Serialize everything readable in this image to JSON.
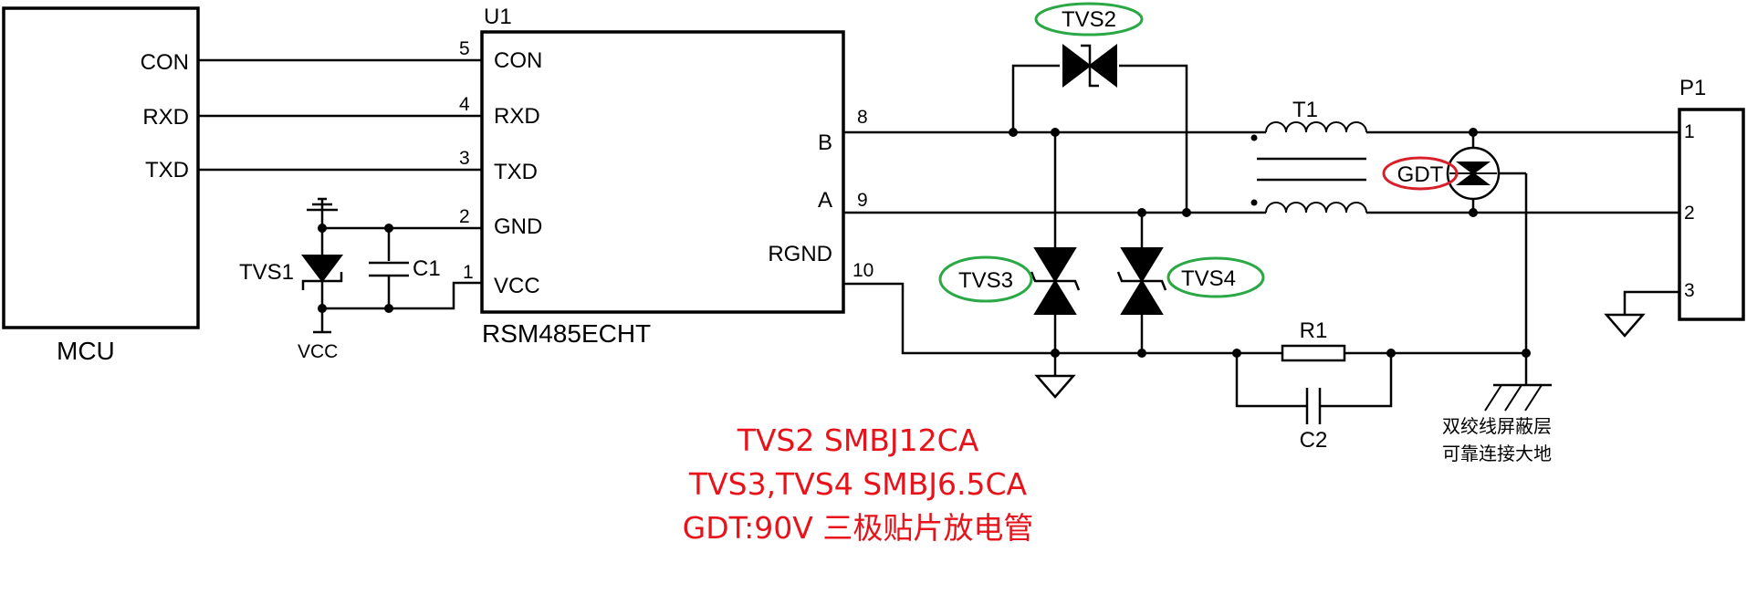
{
  "mcu": {
    "label": "MCU",
    "pins": [
      "CON",
      "RXD",
      "TXD"
    ]
  },
  "u1": {
    "ref": "U1",
    "part": "RSM485ECHT",
    "left_pins": [
      {
        "num": "5",
        "name": "CON"
      },
      {
        "num": "4",
        "name": "RXD"
      },
      {
        "num": "3",
        "name": "TXD"
      },
      {
        "num": "2",
        "name": "GND"
      },
      {
        "num": "1",
        "name": "VCC"
      }
    ],
    "right_pins": [
      {
        "num": "8",
        "name": "B"
      },
      {
        "num": "9",
        "name": "A"
      },
      {
        "num": "10",
        "name": "RGND"
      }
    ]
  },
  "components": {
    "tvs1": "TVS1",
    "c1": "C1",
    "vcc": "VCC",
    "tvs2": "TVS2",
    "tvs3": "TVS3",
    "tvs4": "TVS4",
    "t1": "T1",
    "gdt": "GDT",
    "r1": "R1",
    "c2": "C2"
  },
  "connector": {
    "ref": "P1",
    "pins": [
      "1",
      "2",
      "3"
    ]
  },
  "shield_note": [
    "双绞线屏蔽层",
    "可靠连接大地"
  ],
  "notes": [
    "TVS2 SMBJ12CA",
    "TVS3,TVS4 SMBJ6.5CA",
    "GDT:90V 三极贴片放电管"
  ],
  "colors": {
    "highlight_green": "#2aa845",
    "highlight_red": "#d8202a",
    "note_red": "#e8131a"
  }
}
